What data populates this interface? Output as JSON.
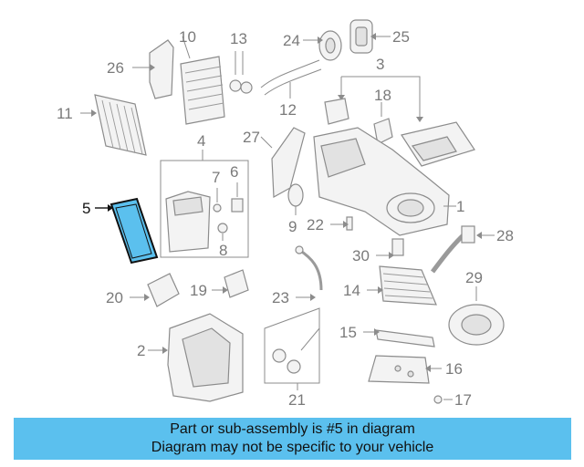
{
  "callouts": {
    "c1": "1",
    "c2": "2",
    "c3": "3",
    "c4": "4",
    "c5": "5",
    "c6": "6",
    "c7": "7",
    "c8": "8",
    "c9": "9",
    "c10": "10",
    "c11": "11",
    "c12": "12",
    "c13": "13",
    "c14": "14",
    "c15": "15",
    "c16": "16",
    "c17": "17",
    "c18": "18",
    "c19": "19",
    "c20": "20",
    "c21": "21",
    "c22": "22",
    "c23": "23",
    "c24": "24",
    "c25": "25",
    "c26": "26",
    "c27": "27",
    "c28": "28",
    "c29": "29",
    "c30": "30"
  },
  "highlight_color": "#5bc0ee",
  "banner": {
    "line1": "Part or sub-assembly is #5 in diagram",
    "line2": "Diagram may not be specific to your vehicle"
  }
}
